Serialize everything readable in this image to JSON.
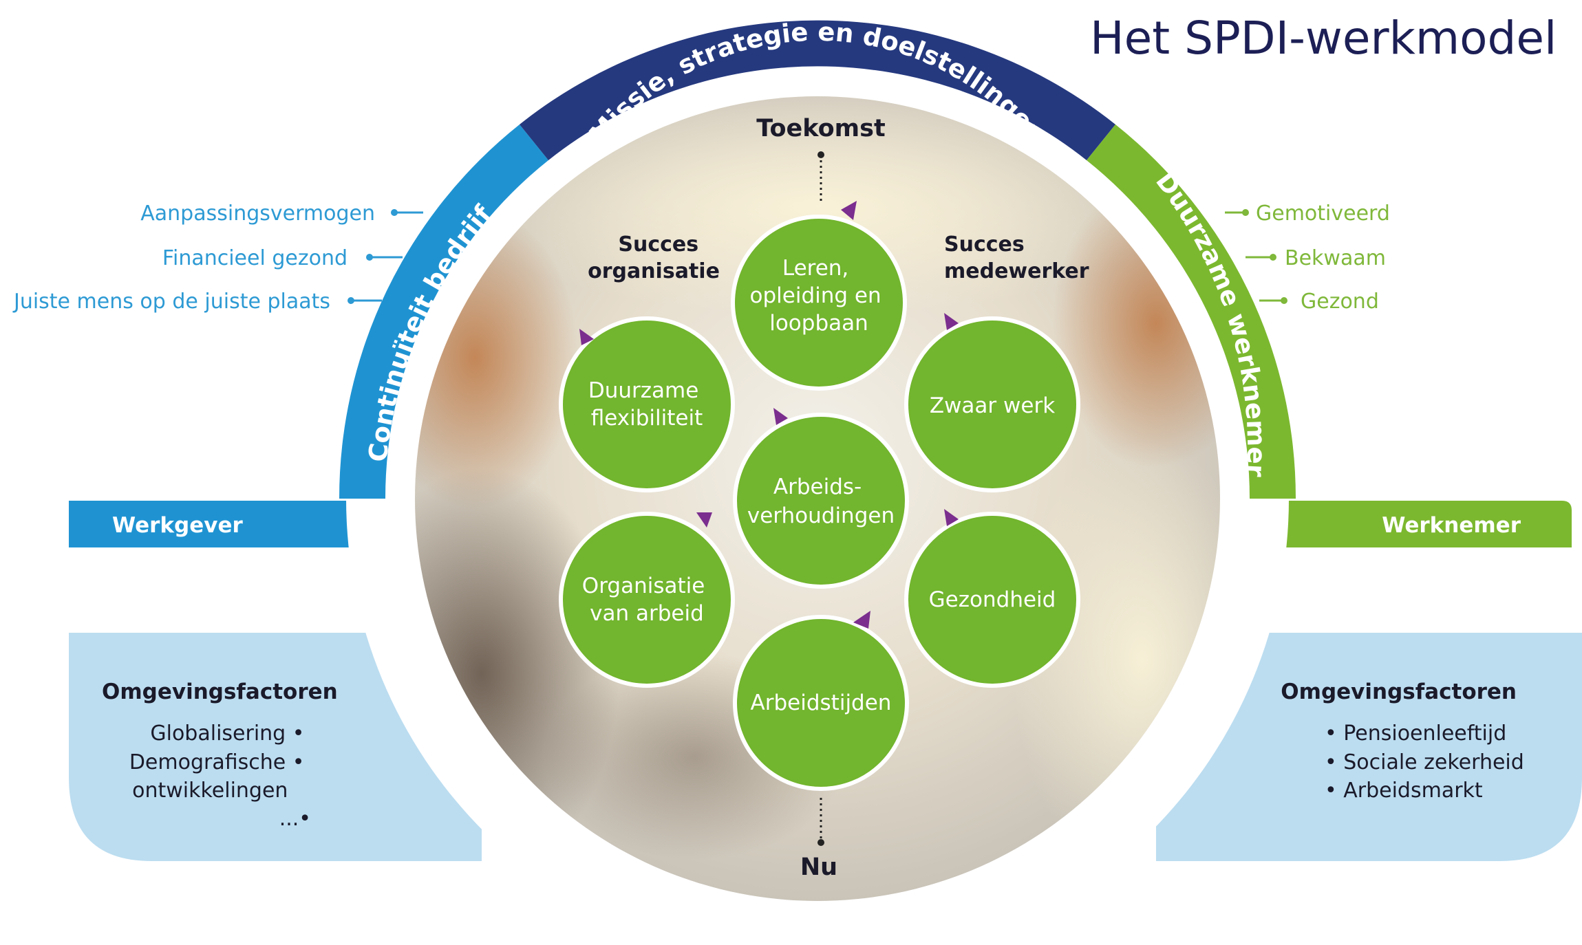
{
  "page_title": "Het SPDI-werkmodel",
  "ring": {
    "top": "Missie, strategie en doelstellingen",
    "left": "Continuïteit bedrijf",
    "right": "Duurzame werknemer"
  },
  "axis": {
    "top": "Toekomst",
    "bottom": "Nu"
  },
  "headers": {
    "left": [
      "Succes",
      "organisatie"
    ],
    "right": [
      "Succes",
      "medewerker"
    ]
  },
  "circles": {
    "top": [
      "Leren,",
      "opleiding en",
      "loopbaan"
    ],
    "upper_left": [
      "Duurzame",
      "flexibiliteit"
    ],
    "upper_right": [
      "Zwaar werk"
    ],
    "center": [
      "Arbeids-",
      "verhoudingen"
    ],
    "lower_left": [
      "Organisatie",
      "van arbeid"
    ],
    "lower_right": [
      "Gezondheid"
    ],
    "bottom": [
      "Arbeidstijden"
    ]
  },
  "left_outcomes": [
    "Aanpassingsvermogen",
    "Financieel gezond",
    "Juiste mens op de juiste plaats"
  ],
  "right_outcomes": [
    "Gemotiveerd",
    "Bekwaam",
    "Gezond"
  ],
  "bars": {
    "left": "Werkgever",
    "right": "Werknemer"
  },
  "environment": {
    "left": {
      "title": "Omgevingsfactoren",
      "items": [
        "Globalisering •",
        "Demografische •",
        "ontwikkelingen",
        "...•"
      ]
    },
    "right": {
      "title": "Omgevingsfactoren",
      "items": [
        "• Pensioenleeftijd",
        "• Sociale zekerheid",
        "• Arbeidsmarkt"
      ]
    }
  },
  "colors": {
    "navy": "#25397F",
    "blue": "#1F93D2",
    "green": "#7CB82F",
    "circle_green": "#72B52E",
    "light_blue": "#BCDDF0",
    "blue_text": "#2D9AD4",
    "green_text": "#7FB83A",
    "purple": "#7B2E8E"
  }
}
